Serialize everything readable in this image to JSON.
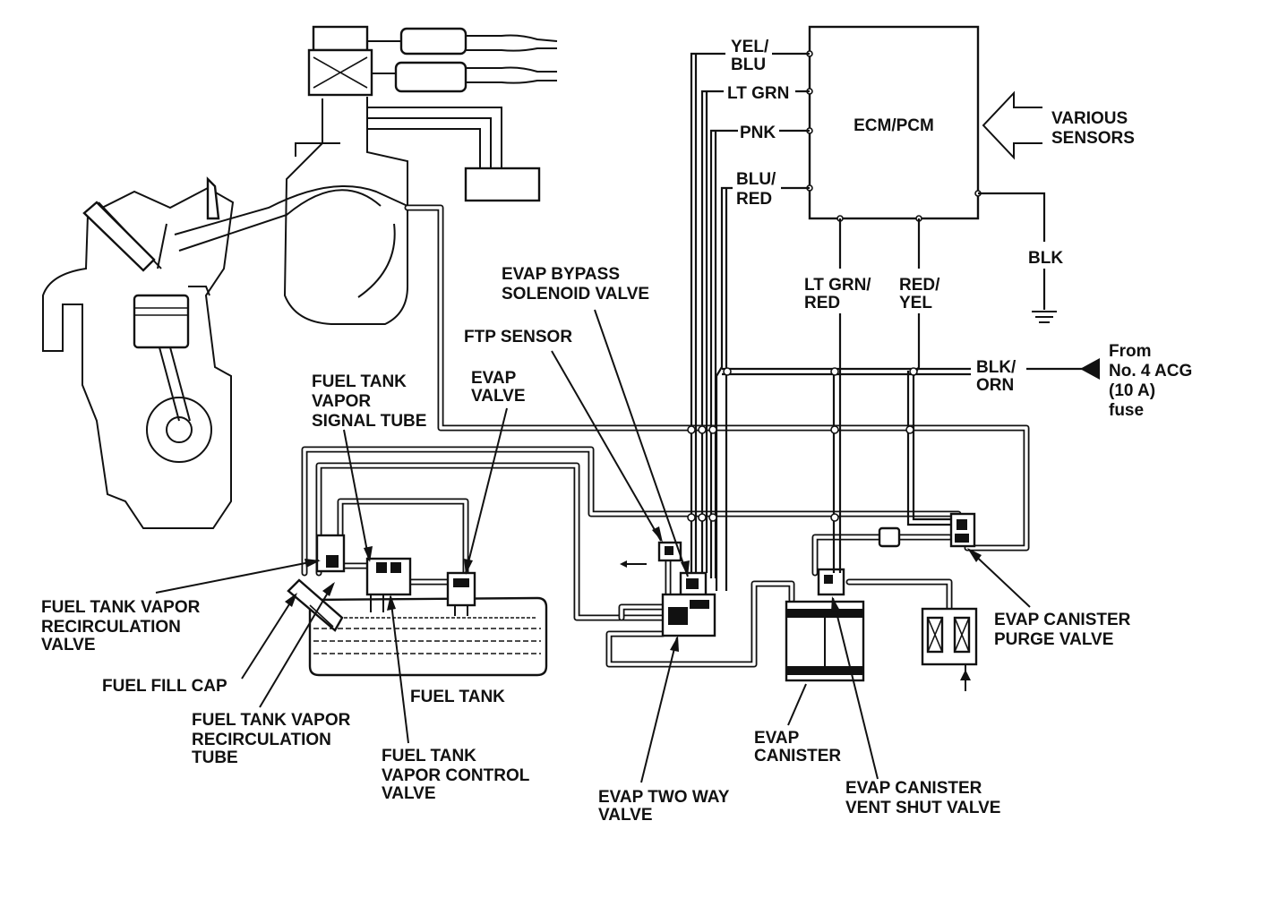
{
  "ecm": {
    "label": "ECM/PCM"
  },
  "sensors": {
    "line1": "VARIOUS",
    "line2": "SENSORS"
  },
  "wires": {
    "yel_blu_1": "YEL/",
    "yel_blu_2": "BLU",
    "lt_grn": "LT GRN",
    "pnk": "PNK",
    "blu_red_1": "BLU/",
    "blu_red_2": "RED",
    "blk": "BLK",
    "lt_grn_red_1": "LT GRN/",
    "lt_grn_red_2": "RED",
    "red_yel_1": "RED/",
    "red_yel_2": "YEL",
    "blk_orn_1": "BLK/",
    "blk_orn_2": "ORN"
  },
  "fuse": {
    "line1": "From",
    "line2": "No. 4 ACG",
    "line3": "(10 A)",
    "line4": "fuse"
  },
  "components": {
    "bypass_1": "EVAP BYPASS",
    "bypass_2": "SOLENOID VALVE",
    "ftp": "FTP SENSOR",
    "evap_valve_1": "EVAP",
    "evap_valve_2": "VALVE",
    "signal_1": "FUEL TANK",
    "signal_2": "VAPOR",
    "signal_3": "SIGNAL TUBE",
    "recirc_valve_1": "FUEL TANK VAPOR",
    "recirc_valve_2": "RECIRCULATION",
    "recirc_valve_3": "VALVE",
    "fill_cap": "FUEL FILL CAP",
    "recirc_tube_1": "FUEL TANK VAPOR",
    "recirc_tube_2": "RECIRCULATION",
    "recirc_tube_3": "TUBE",
    "tank": "FUEL TANK",
    "control_1": "FUEL TANK",
    "control_2": "VAPOR CONTROL",
    "control_3": "VALVE",
    "two_way_1": "EVAP TWO WAY",
    "two_way_2": "VALVE",
    "canister_1": "EVAP",
    "canister_2": "CANISTER",
    "vent_1": "EVAP CANISTER",
    "vent_2": "VENT SHUT VALVE",
    "purge_1": "EVAP CANISTER",
    "purge_2": "PURGE VALVE"
  }
}
